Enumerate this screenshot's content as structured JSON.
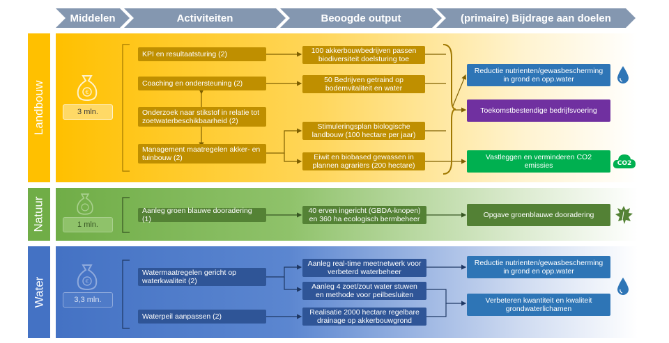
{
  "header": {
    "col1": "Middelen",
    "col2": "Activiteiten",
    "col3": "Beoogde output",
    "col4": "(primaire) Bijdrage aan doelen"
  },
  "sections": {
    "landbouw": {
      "label": "Landbouw",
      "budget": "3 mln.",
      "activities": [
        "KPI en resultaatsturing (2)",
        "Coaching en ondersteuning (2)",
        "Onderzoek naar stikstof in relatie tot zoetwaterbeschikbaarheid (2)",
        "Management maatregelen akker- en tuinbouw (2)"
      ],
      "outputs": [
        "100 akkerbouwbedrijven passen biodiversiteit doelsturing toe",
        "50 Bedrijven getraind op bodemvitaliteit en water",
        "Stimuleringsplan biologische landbouw (100 hectare per jaar)",
        "Eiwit en biobased gewassen in plannen agrariërs (200 hectare)"
      ],
      "goals": [
        "Reductie nutrienten/gewasbescherming in grond en opp.water",
        "Toekomstbestendige bedrijfsvoering",
        "Vastleggen en verminderen CO2 emissies"
      ],
      "co2_icon_text": "CO2"
    },
    "natuur": {
      "label": "Natuur",
      "budget": "1 mln.",
      "activities": [
        "Aanleg groen blauwe dooradering (1)"
      ],
      "outputs": [
        "40 erven ingericht (GBDA-knopen) en 360 ha ecologisch bermbeheer"
      ],
      "goals": [
        "Opgave groenblauwe dooradering"
      ]
    },
    "water": {
      "label": "Water",
      "budget": "3,3 mln.",
      "activities": [
        "Watermaatregelen gericht op waterkwaliteit (2)",
        "Waterpeil aanpassen (2)"
      ],
      "outputs": [
        "Aanleg real-time meetnetwerk voor verbeterd waterbeheer",
        "Aanleg 4 zoet/zout water stuwen en methode voor peilbesluiten",
        "Realisatie 2000 hectare regelbare drainage op akkerbouwgrond"
      ],
      "goals": [
        "Reductie nutrienten/gewasbescherming in grond en opp.water",
        "Verbeteren kwantiteit en kwaliteit grondwaterlichamen"
      ]
    }
  },
  "colors": {
    "header": "#8497b0",
    "landbouw": "#ffc000",
    "natuur": "#70ad47",
    "water": "#4472c4",
    "gold_box": "#bf8f00",
    "purple_goal": "#7030a0",
    "green_goal": "#00b050",
    "blue_goal": "#2e75b6"
  },
  "icons": [
    "money-bag-icon",
    "water-drop-icon",
    "co2-cloud-icon",
    "leaf-icon"
  ]
}
